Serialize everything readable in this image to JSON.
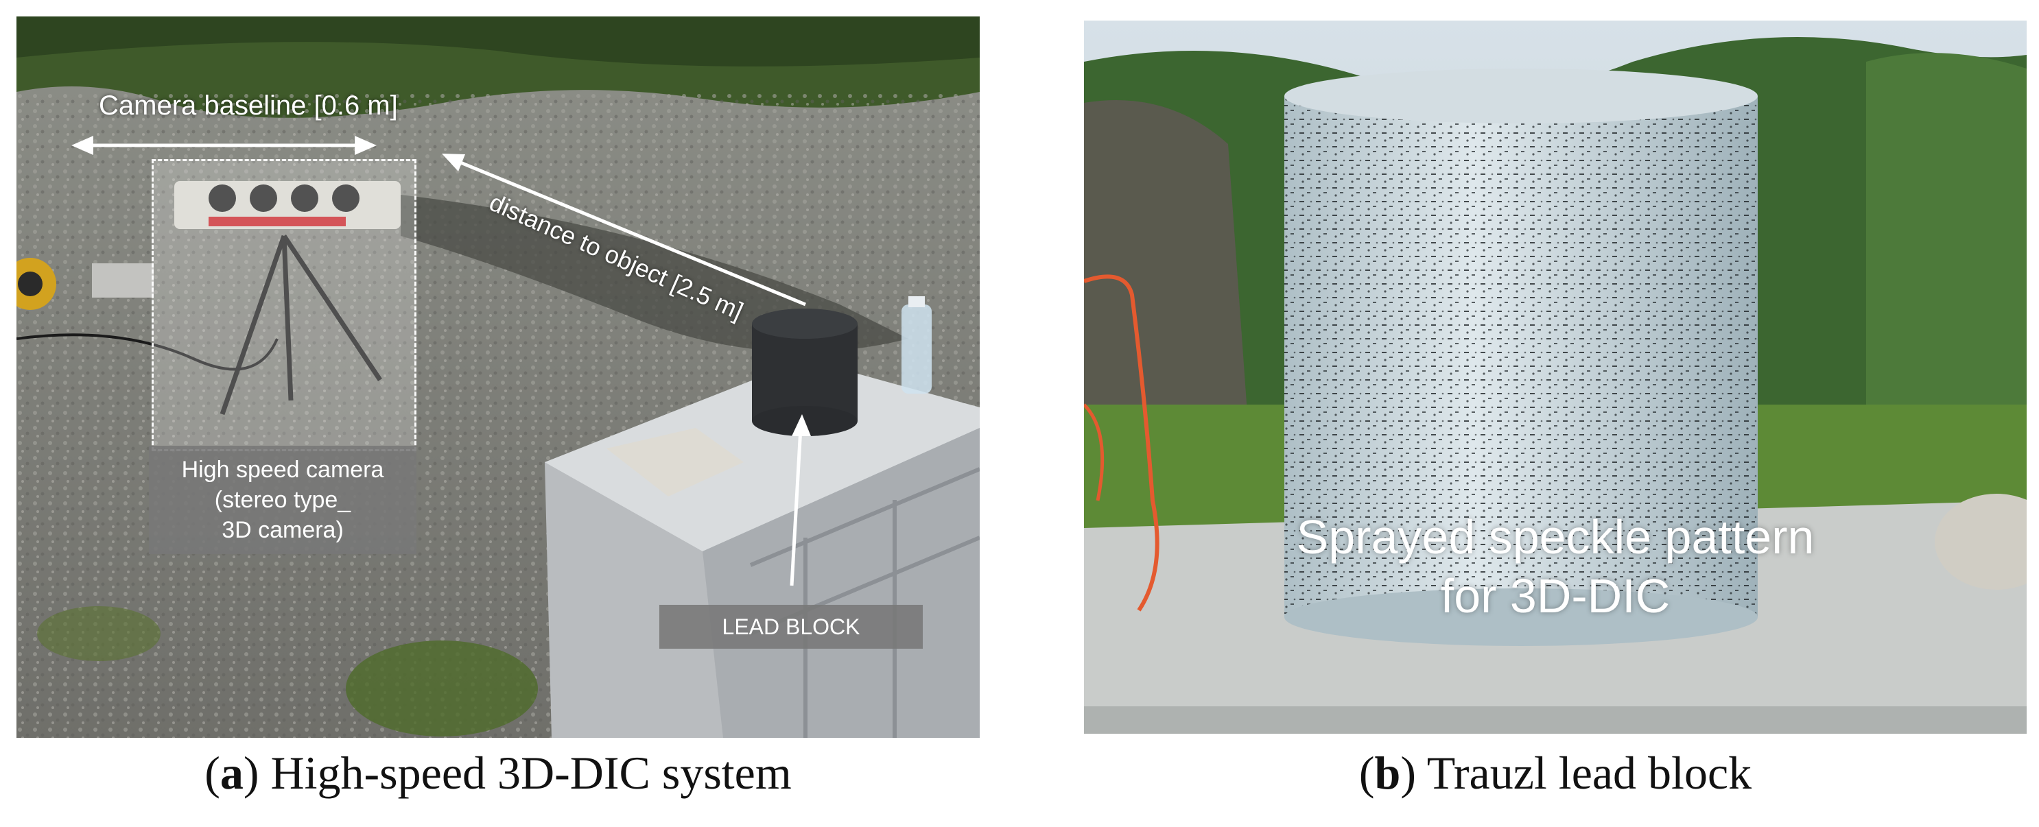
{
  "panel_a": {
    "baseline_label": "Camera baseline [0.6 m]",
    "distance_label": "distance to object [2.5 m]",
    "camera_caption_lines": [
      "High speed camera",
      "(stereo type_",
      "3D camera)"
    ],
    "lead_label": "LEAD BLOCK",
    "caption_letter": "a",
    "caption_text": " High-speed 3D-DIC system"
  },
  "panel_b": {
    "overlay_lines": [
      "Sprayed speckle pattern",
      "for 3D-DIC"
    ],
    "caption_letter": "b",
    "caption_text": " Trauzl lead block"
  }
}
